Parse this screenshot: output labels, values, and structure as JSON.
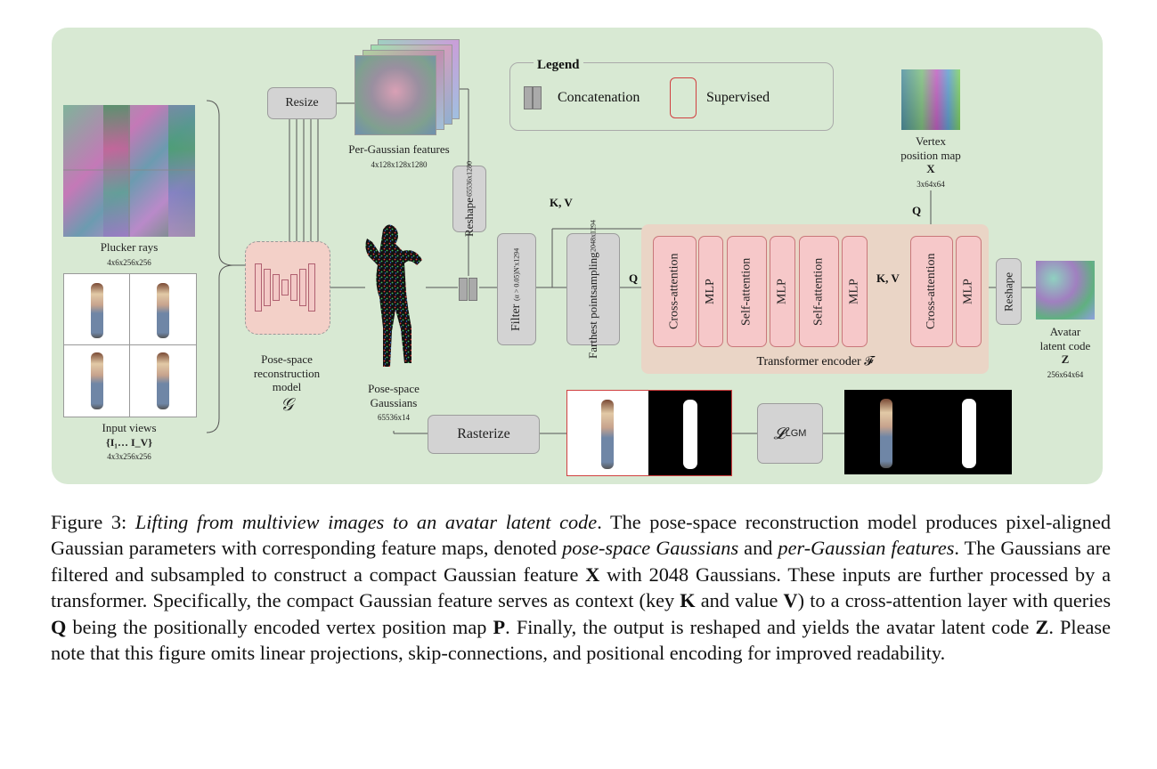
{
  "diagram": {
    "legend": {
      "title": "Legend",
      "concat_label": "Concatenation",
      "supervised_label": "Supervised"
    },
    "resize": "Resize",
    "reshape1": {
      "label": "Reshape",
      "dims": "65536x1280"
    },
    "per_gaussian": {
      "label": "Per-Gaussian features",
      "dims": "4x128x128x1280"
    },
    "plucker": {
      "label": "Plucker rays",
      "dims": "4x6x256x256"
    },
    "input_views": {
      "label": "Input views",
      "set": "{I₁… I_V}",
      "dims": "4x3x256x256"
    },
    "recon_model": {
      "line1": "Pose-space",
      "line2": "reconstruction",
      "line3": "model",
      "symbol": "𝒢"
    },
    "pose_gaussians": {
      "line1": "Pose-space",
      "line2": "Gaussians",
      "dims": "65536x14"
    },
    "filter": {
      "label": "Filter",
      "cond": "(α > 0.05)",
      "dims": "N'x1294"
    },
    "fps": {
      "line1": "Farthest point",
      "line2": "sampling",
      "dims": "2048x1294"
    },
    "kv_top": "K, V",
    "q_left": "Q",
    "kv_mid": "K, V",
    "q_top": "Q",
    "blocks": [
      "Cross-attention",
      "MLP",
      "Self-attention",
      "MLP",
      "Self-attention",
      "MLP",
      "Cross-attention",
      "MLP"
    ],
    "transformer_label": "Transformer encoder 𝓕",
    "reshape2": "Reshape",
    "vertex_map": {
      "line1": "Vertex",
      "line2": "position map",
      "symbol": "X",
      "dims": "3x64x64"
    },
    "avatar": {
      "line1": "Avatar",
      "line2": "latent code",
      "symbol": "Z",
      "dims": "256x64x64"
    },
    "rasterize": "Rasterize",
    "loss": "𝓛",
    "loss_sub": "LGM"
  },
  "caption": {
    "fig": "Figure 3:",
    "title": "Lifting from multiview images to an avatar latent code",
    "text1": ". The pose-space reconstruction model produces pixel-aligned Gaussian parameters with corresponding feature maps, denoted ",
    "em1": "pose-space Gaussians",
    "text2": " and ",
    "em2": "per-Gaussian features",
    "text3": ". The Gaussians are filtered and subsampled to construct a compact Gaussian feature ",
    "b1": "X",
    "text4": " with 2048 Gaussians. These inputs are further processed by a transformer. Specifically, the compact Gaussian feature serves as context (key ",
    "b2": "K",
    "text5": " and value ",
    "b3": "V",
    "text6": ") to a cross-attention layer with queries ",
    "b4": "Q",
    "text7": " being the positionally encoded vertex position map ",
    "b5": "P",
    "text8": ". Finally, the output is reshaped and yields the avatar latent code ",
    "b6": "Z",
    "text9": ". Please note that this figure omits linear projections, skip-connections, and positional encoding for improved readability."
  }
}
